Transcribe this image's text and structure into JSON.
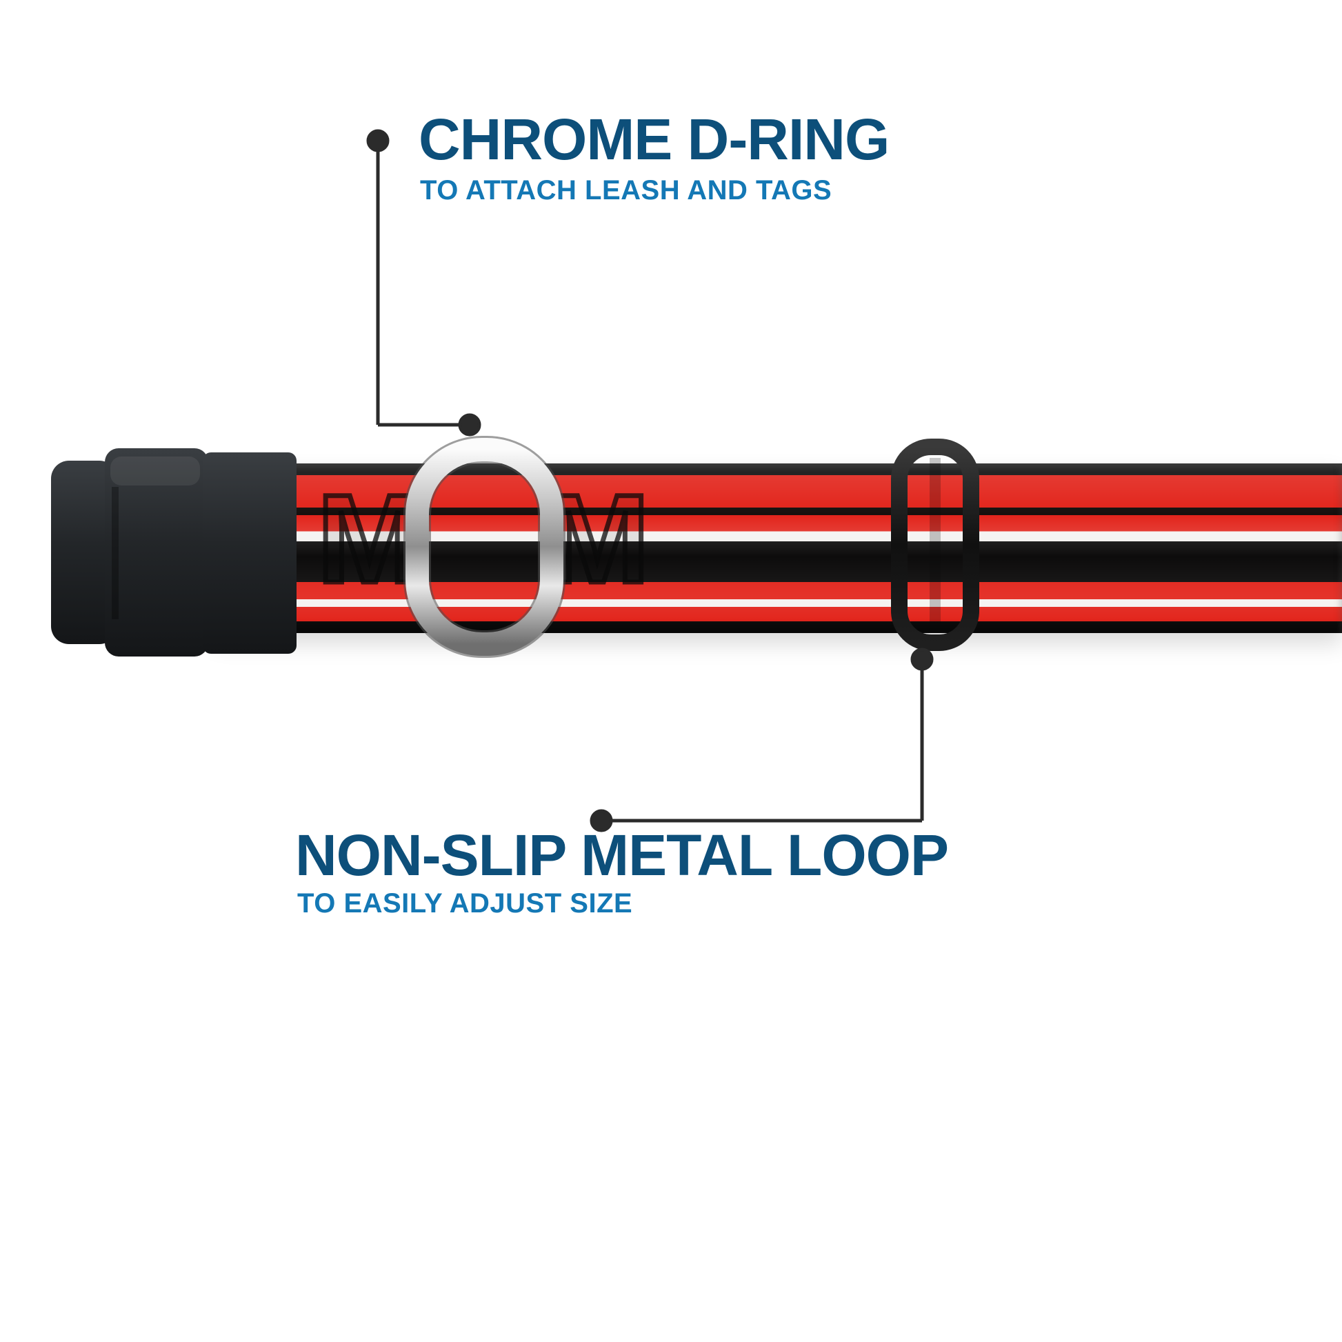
{
  "callouts": {
    "d_ring": {
      "title": "CHROME D-RING",
      "subtitle": "TO ATTACH LEASH AND TAGS"
    },
    "metal_loop": {
      "title": "NON-SLIP METAL LOOP",
      "subtitle": "TO EASILY ADJUST SIZE"
    }
  },
  "collar": {
    "pattern_text": "M M",
    "stripe_colors": [
      "#0b0b0b",
      "#e2231a",
      "#f4f2f0"
    ],
    "hardware": [
      "black plastic buckle",
      "chrome d-ring",
      "black metal slider loop"
    ]
  },
  "colors": {
    "title_blue": "#0d4f7a",
    "subtitle_blue": "#1478b5",
    "connector_gray": "#2b2b2b",
    "collar_red": "#e2231a",
    "collar_black": "#0b0b0b",
    "collar_white": "#f4f2f0",
    "chrome_silver": "#c9c9c9",
    "buckle_black": "#25282b",
    "background": "#ffffff"
  }
}
